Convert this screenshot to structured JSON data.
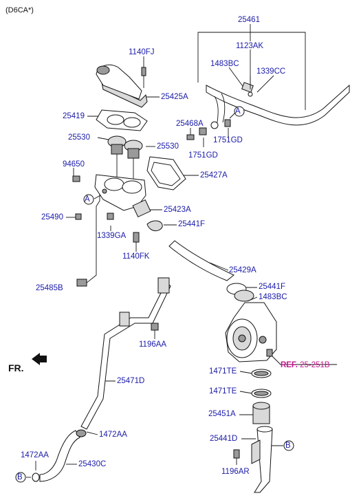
{
  "header": {
    "engine_code": "(D6CA*)"
  },
  "orientation": {
    "front_label": "FR."
  },
  "reference": {
    "prefix": "REF.",
    "code": "25-251B"
  },
  "callouts": {
    "a": "A",
    "b": "B"
  },
  "parts": [
    {
      "id": "p25461",
      "label": "25461"
    },
    {
      "id": "p1123ak",
      "label": "1123AK"
    },
    {
      "id": "p1483bc_top",
      "label": "1483BC"
    },
    {
      "id": "p1339cc",
      "label": "1339CC"
    },
    {
      "id": "p1140fj",
      "label": "1140FJ"
    },
    {
      "id": "p25425a",
      "label": "25425A"
    },
    {
      "id": "p25419",
      "label": "25419"
    },
    {
      "id": "p25468a",
      "label": "25468A"
    },
    {
      "id": "p1751gd_r",
      "label": "1751GD"
    },
    {
      "id": "p25530_l",
      "label": "25530"
    },
    {
      "id": "p25530_r",
      "label": "25530"
    },
    {
      "id": "p1751gd_l",
      "label": "1751GD"
    },
    {
      "id": "p94650",
      "label": "94650"
    },
    {
      "id": "p25427a",
      "label": "25427A"
    },
    {
      "id": "p25423a",
      "label": "25423A"
    },
    {
      "id": "p25490",
      "label": "25490"
    },
    {
      "id": "p25441f_top",
      "label": "25441F"
    },
    {
      "id": "p1339ga",
      "label": "1339GA"
    },
    {
      "id": "p1140fk",
      "label": "1140FK"
    },
    {
      "id": "p25429a",
      "label": "25429A"
    },
    {
      "id": "p25485b",
      "label": "25485B"
    },
    {
      "id": "p25441f_mid",
      "label": "25441F"
    },
    {
      "id": "p1483bc_mid",
      "label": "1483BC"
    },
    {
      "id": "p1196aa",
      "label": "1196AA"
    },
    {
      "id": "p1471te_1",
      "label": "1471TE"
    },
    {
      "id": "p25471d",
      "label": "25471D"
    },
    {
      "id": "p1471te_2",
      "label": "1471TE"
    },
    {
      "id": "p25451a",
      "label": "25451A"
    },
    {
      "id": "p1472aa_r",
      "label": "1472AA"
    },
    {
      "id": "p25441d",
      "label": "25441D"
    },
    {
      "id": "p1472aa_l",
      "label": "1472AA"
    },
    {
      "id": "p25430c",
      "label": "25430C"
    },
    {
      "id": "p1196ar",
      "label": "1196AR"
    }
  ]
}
